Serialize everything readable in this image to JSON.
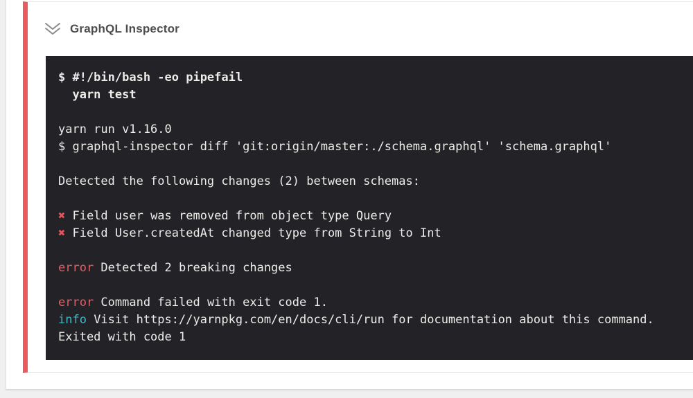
{
  "colors": {
    "status_red": "#e85b5e",
    "terminal_bg": "#232226",
    "terminal_text": "#edece9",
    "error_red": "#df6067",
    "info_cyan": "#45b8c6",
    "page_bg": "#f0f0f0"
  },
  "step": {
    "title": "GraphQL Inspector",
    "collapse_icon": "double-chevron-down-icon",
    "status": "failed"
  },
  "terminal": {
    "cmd1": "$ #!/bin/bash -eo pipefail",
    "cmd2": "  yarn test",
    "run_version": "yarn run v1.16.0",
    "run_command": "$ graphql-inspector diff 'git:origin/master:./schema.graphql' 'schema.graphql'",
    "detected": "Detected the following changes (2) between schemas:",
    "break1_mark": "✖",
    "break1_text": " Field user was removed from object type Query",
    "break2_mark": "✖",
    "break2_text": " Field User.createdAt changed type from String to Int",
    "err1_label": "error",
    "err1_text": " Detected 2 breaking changes",
    "err2_label": "error",
    "err2_text": " Command failed with exit code 1.",
    "info_label": "info",
    "info_text": " Visit https://yarnpkg.com/en/docs/cli/run for documentation about this command.",
    "exit_line": "Exited with code 1"
  }
}
